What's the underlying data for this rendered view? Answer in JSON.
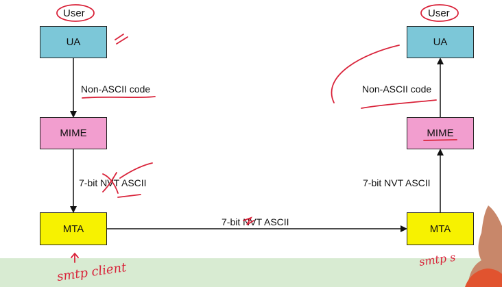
{
  "diagram": {
    "left": {
      "user": "User",
      "ua": "UA",
      "mime": "MIME",
      "mta": "MTA",
      "edge_ua_mime": "Non-ASCII code",
      "edge_mime_mta": "7-bit NVT ASCII",
      "annotation": "smtp client"
    },
    "right": {
      "user": "User",
      "ua": "UA",
      "mime": "MIME",
      "mta": "MTA",
      "edge_mime_ua": "Non-ASCII code",
      "edge_mta_mime": "7-bit NVT ASCII",
      "annotation": "smtp s"
    },
    "middle_edge": "7-bit NVT ASCII"
  },
  "colors": {
    "ua": "#7cc7d8",
    "mime": "#f29ecf",
    "mta": "#f7f200",
    "annotation_ink": "#d9233a",
    "band": "#d8ebd2"
  }
}
